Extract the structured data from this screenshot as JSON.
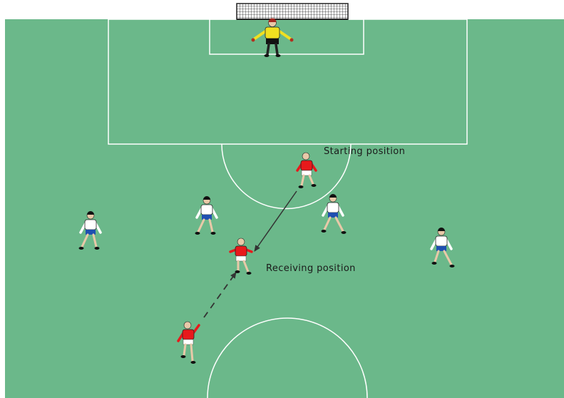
{
  "diagram": {
    "annotations": {
      "starting_position": "Starting position",
      "receiving_position": "Receiving position"
    },
    "colors": {
      "pitch": "#6bb88a",
      "lines": "#ffffff",
      "attacking_team_shirt": "#e8191b",
      "attacking_team_shorts": "#ffffff",
      "defending_team_shirt": "#ffffff",
      "defending_team_shorts": "#1f4fb0",
      "goalkeeper_shirt": "#f0e020",
      "goalkeeper_shorts": "#111111",
      "run_arrow": "#333333",
      "pass_arrow": "#333333"
    },
    "players": [
      {
        "role": "goalkeeper",
        "team": "goalkeeper"
      },
      {
        "role": "runner",
        "team": "attacking"
      },
      {
        "role": "receiver",
        "team": "attacking"
      },
      {
        "role": "passer",
        "team": "attacking"
      },
      {
        "role": "defender",
        "team": "defending"
      },
      {
        "role": "defender",
        "team": "defending"
      },
      {
        "role": "defender",
        "team": "defending"
      },
      {
        "role": "defender",
        "team": "defending"
      }
    ],
    "movements": [
      {
        "type": "run",
        "from": "starting position",
        "to": "receiving position",
        "style": "solid"
      },
      {
        "type": "pass",
        "from": "passer",
        "to": "receiving position",
        "style": "dashed"
      }
    ]
  }
}
